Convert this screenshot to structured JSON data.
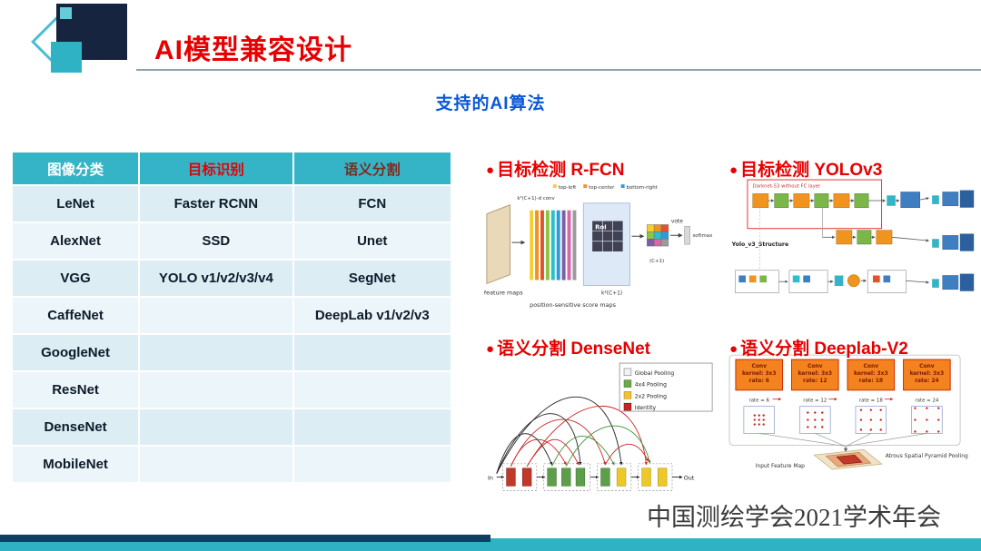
{
  "slide": {
    "title": "AI模型兼容设计",
    "subtitle": "支持的AI算法",
    "footer": "中国测绘学会2021学术年会"
  },
  "colors": {
    "accent_red": "#e60000",
    "accent_blue": "#0a58d6",
    "table_header_teal": "#35b4c7",
    "footer_bar_teal": "#2fb3c4",
    "footer_bar_navy": "#0e3f63"
  },
  "table": {
    "headers": [
      "图像分类",
      "目标识别",
      "语义分割"
    ],
    "rows": [
      [
        "LeNet",
        "Faster RCNN",
        "FCN"
      ],
      [
        "AlexNet",
        "SSD",
        "Unet"
      ],
      [
        "VGG",
        "YOLO v1/v2/v3/v4",
        "SegNet"
      ],
      [
        "CaffeNet",
        "",
        "DeepLab v1/v2/v3"
      ],
      [
        "GoogleNet",
        "",
        ""
      ],
      [
        "ResNet",
        "",
        ""
      ],
      [
        "DenseNet",
        "",
        ""
      ],
      [
        "MobileNet",
        "",
        ""
      ]
    ]
  },
  "panels": {
    "rfcn": {
      "bullet": "●",
      "label": "目标检测 R-FCN",
      "diagram": {
        "top_left": "top-left",
        "top_center": "top-center",
        "bottom_right": "bottom-right",
        "conv": "k²(C+1)-d conv",
        "roi": "RoI",
        "vote": "vote",
        "softmax": "softmax",
        "feature_maps": "feature maps",
        "score_maps": "position-sensitive score maps",
        "k2c1": "k²(C+1)",
        "c1": "(C+1)"
      }
    },
    "yolov3": {
      "bullet": "●",
      "label": "目标检测 YOLOv3",
      "diagram": {
        "structure": "Yolo_v3_Structure",
        "darknet": "Darknet-53 without FC layer"
      }
    },
    "densenet": {
      "bullet": "●",
      "label": "语义分割 DenseNet",
      "diagram": {
        "legend": [
          "Global Pooling",
          "4x4 Pooling",
          "2x2 Pooling",
          "Identity"
        ],
        "in": "In",
        "out": "Out"
      }
    },
    "deeplab": {
      "bullet": "●",
      "label": "语义分割 Deeplab-V2",
      "diagram": {
        "conv_line1": "Conv",
        "conv_line2": "kernel: 3x3",
        "conv_rates": [
          "rate: 6",
          "rate: 12",
          "rate: 18",
          "rate: 24"
        ],
        "rate_labels": [
          "rate = 6",
          "rate = 12",
          "rate = 18",
          "rate = 24"
        ],
        "input_label": "Input Feature Map",
        "caption": "Atrous Spatial Pyramid Pooling"
      }
    }
  }
}
